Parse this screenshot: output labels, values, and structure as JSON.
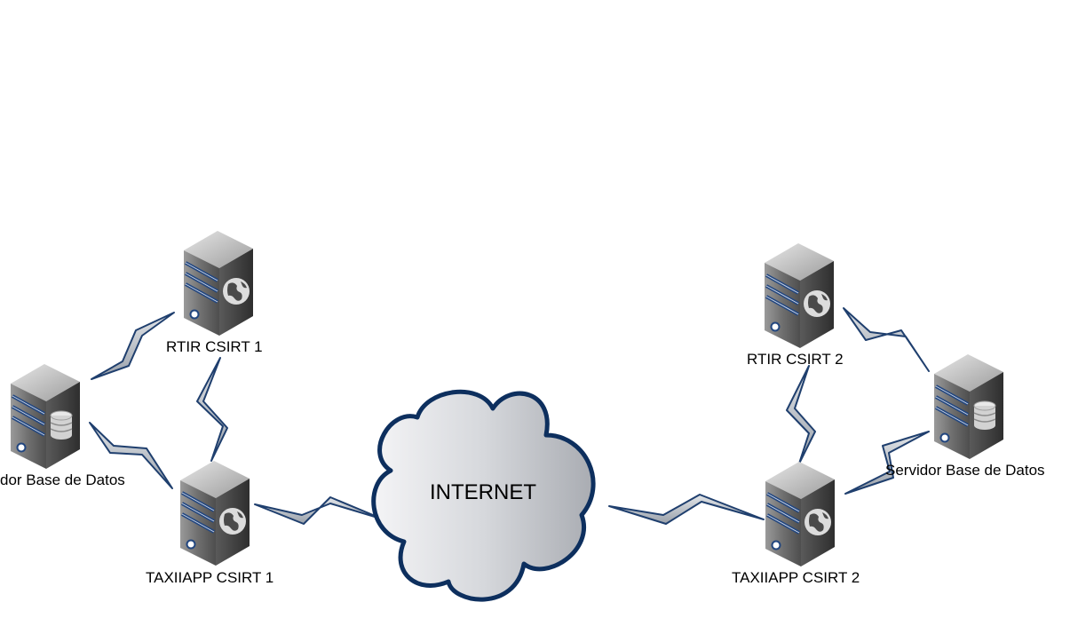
{
  "nodes": {
    "rtir1": {
      "label": "RTIR CSIRT 1",
      "icon": "web-server-icon"
    },
    "db1": {
      "label": "dor Base de Datos",
      "icon": "database-server-icon"
    },
    "taxii1": {
      "label": "TAXIIAPP CSIRT 1",
      "icon": "web-server-icon"
    },
    "internet": {
      "label": "INTERNET",
      "icon": "cloud-icon"
    },
    "rtir2": {
      "label": "RTIR CSIRT 2",
      "icon": "web-server-icon"
    },
    "db2": {
      "label": "Servidor Base de Datos",
      "icon": "database-server-icon"
    },
    "taxii2": {
      "label": "TAXIIAPP CSIRT 2",
      "icon": "web-server-icon"
    }
  },
  "colors": {
    "link_fill": "#b8bec6",
    "link_stroke": "#1f3f6e",
    "cloud_stroke": "#0d2f5e",
    "server_body": "#6e6e6e",
    "server_stripe": "#22467f"
  }
}
